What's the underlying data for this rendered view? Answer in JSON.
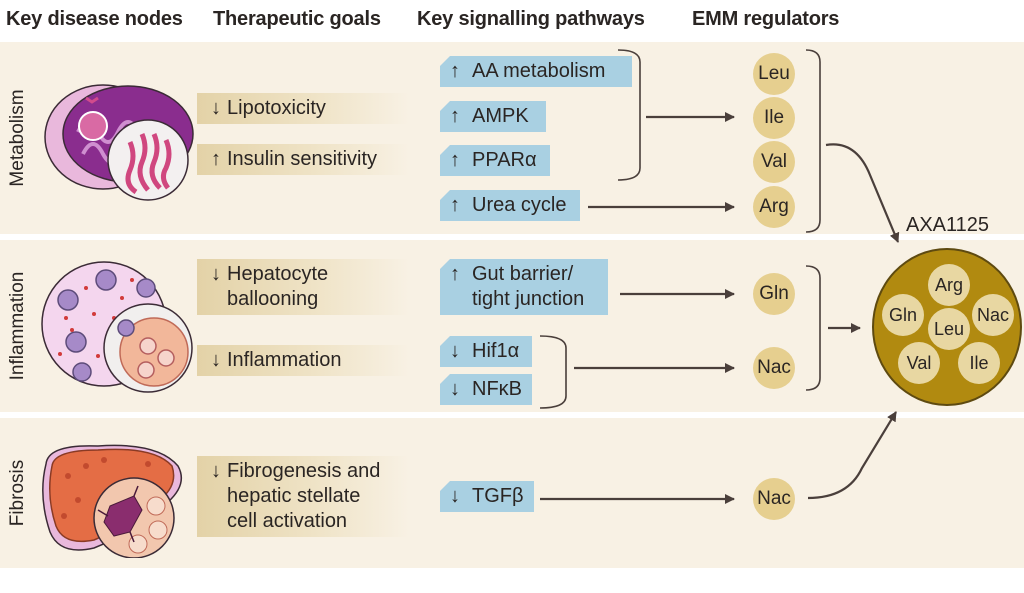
{
  "headers": {
    "nodes": "Key disease nodes",
    "goals": "Therapeutic goals",
    "pathways": "Key signalling pathways",
    "regulators": "EMM regulators"
  },
  "rows": {
    "metabolism": "Metabolism",
    "inflammation": "Inflammation",
    "fibrosis": "Fibrosis"
  },
  "goals": {
    "lipotoxicity": {
      "arrow": "↓",
      "text": "Lipotoxicity"
    },
    "insulin": {
      "arrow": "↑",
      "text": "Insulin sensitivity"
    },
    "ballooning": {
      "arrow": "↓",
      "line1": "Hepatocyte",
      "line2": "ballooning"
    },
    "inflammation": {
      "arrow": "↓",
      "text": "Inflammation"
    },
    "fibrogenesis": {
      "arrow": "↓",
      "line1": "Fibrogenesis and",
      "line2": "hepatic stellate",
      "line3": "cell activation"
    }
  },
  "pathways": {
    "aa": {
      "arrow": "↑",
      "text": "AA metabolism"
    },
    "ampk": {
      "arrow": "↑",
      "text": "AMPK"
    },
    "ppar": {
      "arrow": "↑",
      "text": "PPARα"
    },
    "urea": {
      "arrow": "↑",
      "text": "Urea cycle"
    },
    "gut": {
      "arrow": "↑",
      "line1": "Gut barrier/",
      "line2": "tight junction"
    },
    "hif": {
      "arrow": "↓",
      "text": "Hif1α"
    },
    "nfkb": {
      "arrow": "↓",
      "text": "NFκB"
    },
    "tgf": {
      "arrow": "↓",
      "text": "TGFβ"
    }
  },
  "regulators": {
    "leu": "Leu",
    "ile": "Ile",
    "val": "Val",
    "arg": "Arg",
    "gln": "Gln",
    "nac1": "Nac",
    "nac2": "Nac"
  },
  "axa": {
    "title": "AXA1125",
    "components": {
      "arg": "Arg",
      "gln": "Gln",
      "nac": "Nac",
      "leu": "Leu",
      "val": "Val",
      "ile": "Ile"
    }
  },
  "colors": {
    "band": "#f8f1e4",
    "goal_fill": "#e3d2a7",
    "pathway_fill": "#a9d0e2",
    "regulator_fill": "#e6cf8f",
    "axa_fill": "#b18a10",
    "arrow": "#4a3f3b"
  },
  "icons": {
    "metabolism": "mitochondrion-icon",
    "inflammation": "hepatocyte-cells-icon",
    "fibrosis": "fibrotic-liver-icon"
  }
}
